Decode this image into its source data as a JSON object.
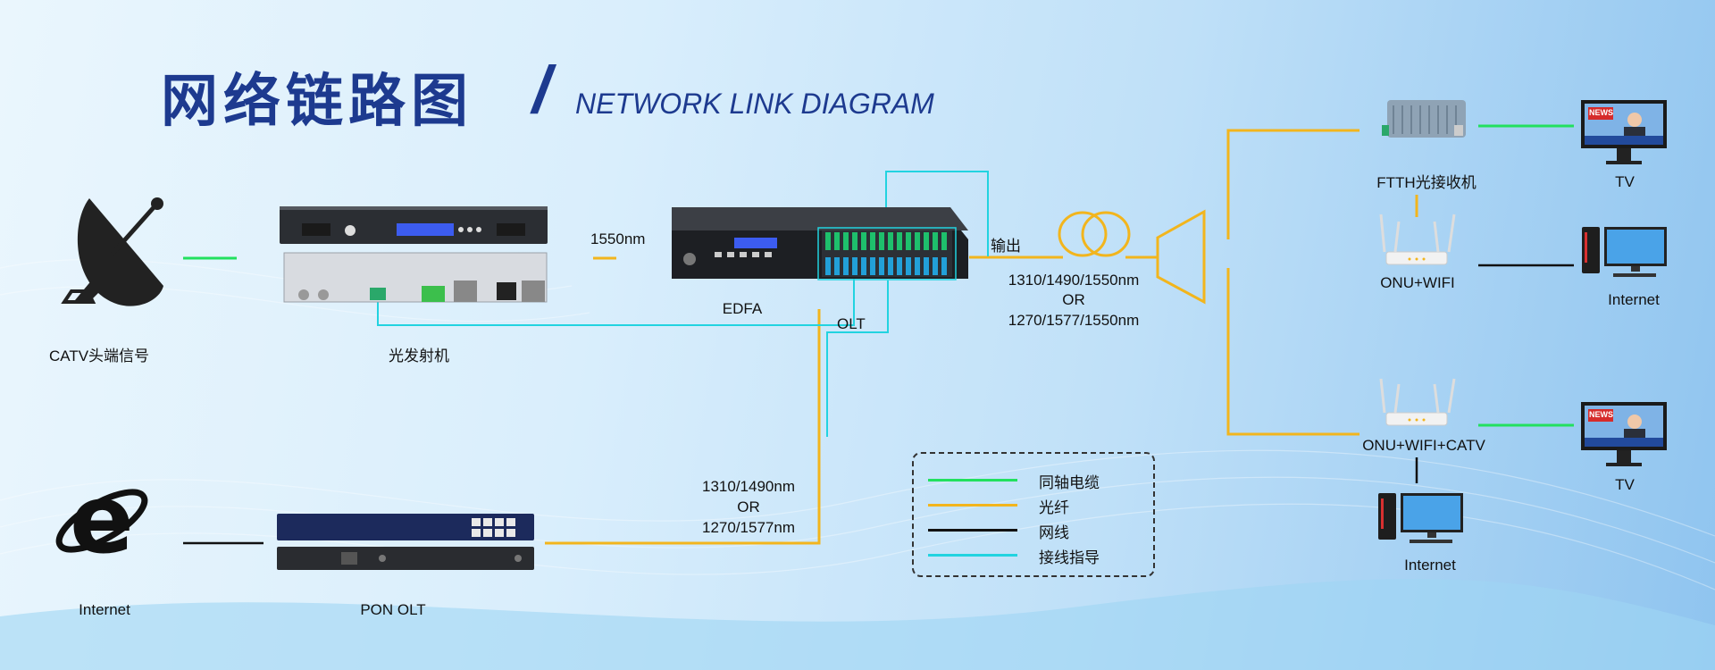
{
  "title": {
    "cn": "网络链路图",
    "slash": "/",
    "en": "NETWORK LINK DIAGRAM"
  },
  "colors": {
    "coax": "#22e05e",
    "fiber": "#f2b51d",
    "network": "#111111",
    "guide": "#22d3e0",
    "title": "#1d3a8f"
  },
  "nodes": {
    "catv": "CATV头端信号",
    "transmitter": "光发射机",
    "edfa": "EDFA",
    "olt": "OLT",
    "internet_left": "Internet",
    "pon_olt": "PON OLT",
    "ftth_receiver": "FTTH光接收机",
    "onu_wifi": "ONU+WIFI",
    "onu_wifi_catv": "ONU+WIFI+CATV",
    "tv_top": "TV",
    "tv_bottom": "TV",
    "internet_right_top": "Internet",
    "internet_right_bottom": "Internet"
  },
  "annotations": {
    "wavelength_1550": "1550nm",
    "output": "输出",
    "wdm_line1": "1310/1490/1550nm",
    "wdm_line2": "OR",
    "wdm_line3": "1270/1577/1550nm",
    "pon_line1": "1310/1490nm",
    "pon_line2": "OR",
    "pon_line3": "1270/1577nm"
  },
  "legend": [
    {
      "label": "同轴电缆",
      "color": "#22e05e"
    },
    {
      "label": "光纤",
      "color": "#f2b51d"
    },
    {
      "label": "网线",
      "color": "#111111"
    },
    {
      "label": "接线指导",
      "color": "#22d3e0"
    }
  ],
  "icons": {
    "satellite": "satellite-dish-icon",
    "ie": "internet-explorer-icon",
    "tv": "tv-news-icon",
    "pc": "desktop-pc-icon",
    "router": "wifi-router-icon"
  }
}
